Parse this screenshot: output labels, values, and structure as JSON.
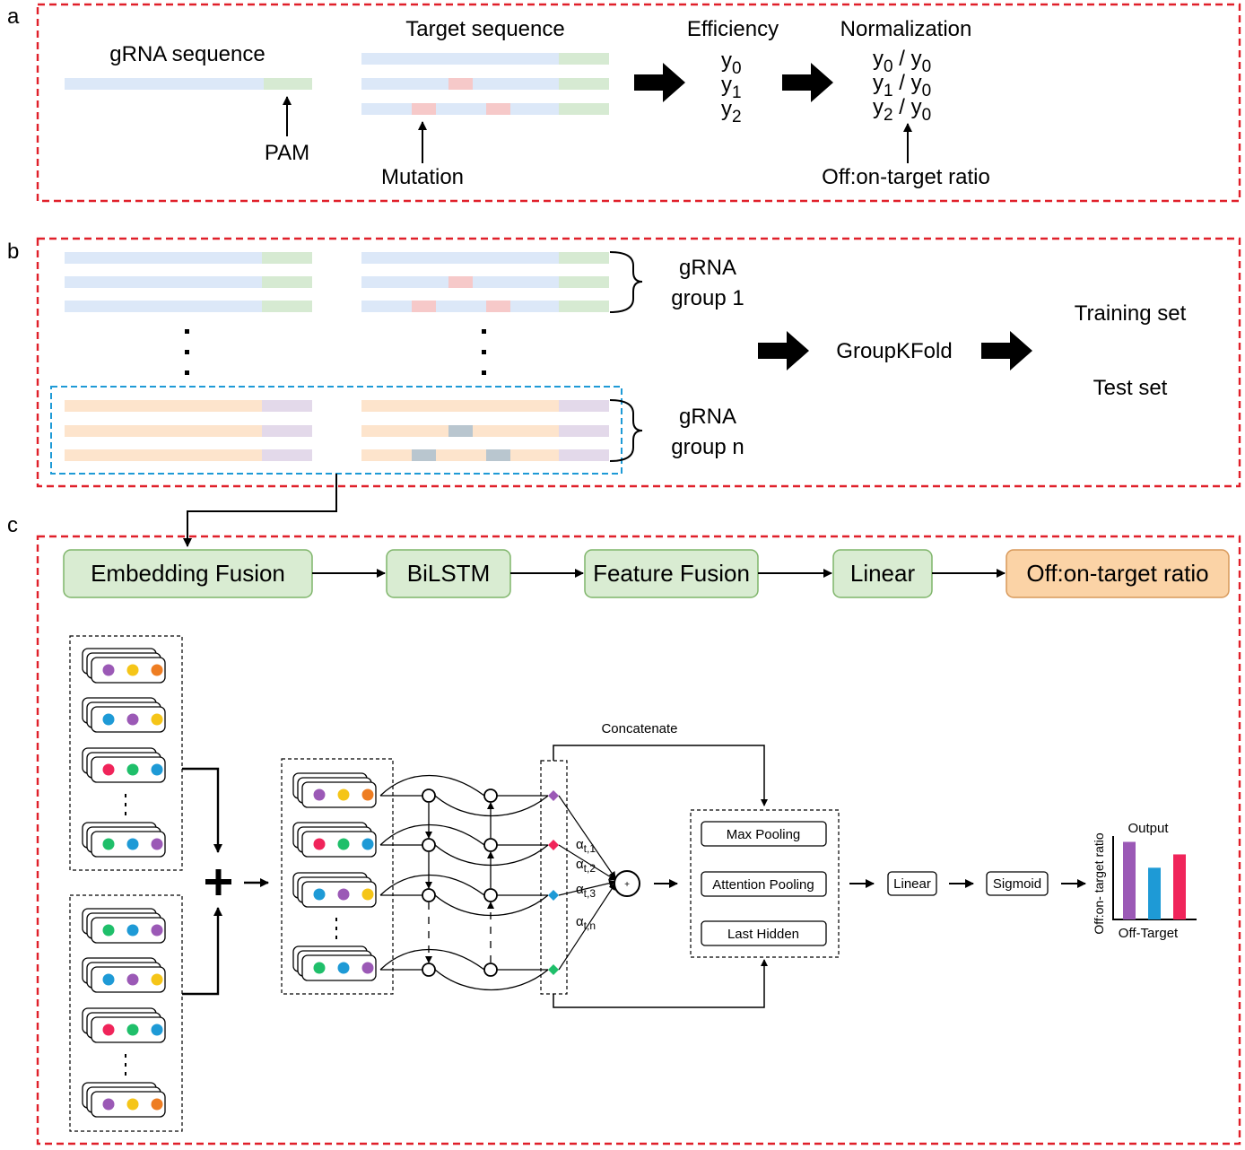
{
  "colors": {
    "frame": "#e0202a",
    "blue_seq": "#dce8f8",
    "green_seq": "#d6ead2",
    "red_mut": "#f6c9c9",
    "orange_seq": "#fde4cc",
    "purple_seq": "#e3d9ea",
    "gray_mut": "#b9c6cf",
    "highlight_box": "#1e9ad6",
    "green_box_fill": "#d9ecd2",
    "green_box_stroke": "#7fb56a",
    "orange_box_fill": "#fbd3a6",
    "orange_box_stroke": "#d8995a",
    "dot_purple": "#9b59b6",
    "dot_yellow": "#f5c518",
    "dot_orange": "#ee7d22",
    "dot_blue": "#1e9ad6",
    "dot_red": "#f0245a",
    "dot_green": "#1fbf6a"
  },
  "panel_a": {
    "letter": "a",
    "grna_label": "gRNA sequence",
    "target_label": "Target sequence",
    "pam_label": "PAM",
    "mutation_label": "Mutation",
    "efficiency_label": "Efficiency",
    "normalization_label": "Normalization",
    "ratio_label": "Off:on-target ratio",
    "efficiency_values": [
      {
        "base": "y",
        "sub": "0"
      },
      {
        "base": "y",
        "sub": "1"
      },
      {
        "base": "y",
        "sub": "2"
      }
    ],
    "normalized_values": [
      {
        "num": "y",
        "num_sub": "0",
        "den": "y",
        "den_sub": "0"
      },
      {
        "num": "y",
        "num_sub": "1",
        "den": "y",
        "den_sub": "0"
      },
      {
        "num": "y",
        "num_sub": "2",
        "den": "y",
        "den_sub": "0"
      }
    ],
    "slash": "/"
  },
  "panel_b": {
    "letter": "b",
    "group1_line1": "gRNA",
    "group1_line2": "group 1",
    "groupn_line1": "gRNA",
    "groupn_line2": "group n",
    "groupkfold_label": "GroupKFold",
    "training_label": "Training set",
    "test_label": "Test set"
  },
  "panel_c": {
    "letter": "c",
    "pipeline": [
      "Embedding Fusion",
      "BiLSTM",
      "Feature Fusion",
      "Linear",
      "Off:on-target ratio"
    ],
    "concatenate_label": "Concatenate",
    "pooling": [
      "Max Pooling",
      "Attention Pooling",
      "Last Hidden"
    ],
    "linear_label": "Linear",
    "sigmoid_label": "Sigmoid",
    "alpha_labels": [
      {
        "base": "α",
        "sub": "t,1"
      },
      {
        "base": "α",
        "sub": "t,2"
      },
      {
        "base": "α",
        "sub": "t,3"
      },
      {
        "base": "α",
        "sub": "t,n"
      }
    ],
    "plus_symbol": "+",
    "output_title": "Output",
    "output_ylabel": "Off:on- target ratio",
    "output_xlabel": "Off-Target"
  },
  "chart_data": {
    "type": "bar",
    "title": "Output",
    "xlabel": "Off-Target",
    "ylabel": "Off:on- target ratio",
    "values": [
      0.93,
      0.62,
      0.78
    ],
    "ylim": [
      0,
      1
    ],
    "bar_colors": [
      "#9b59b6",
      "#1e9ad6",
      "#f0245a"
    ]
  }
}
